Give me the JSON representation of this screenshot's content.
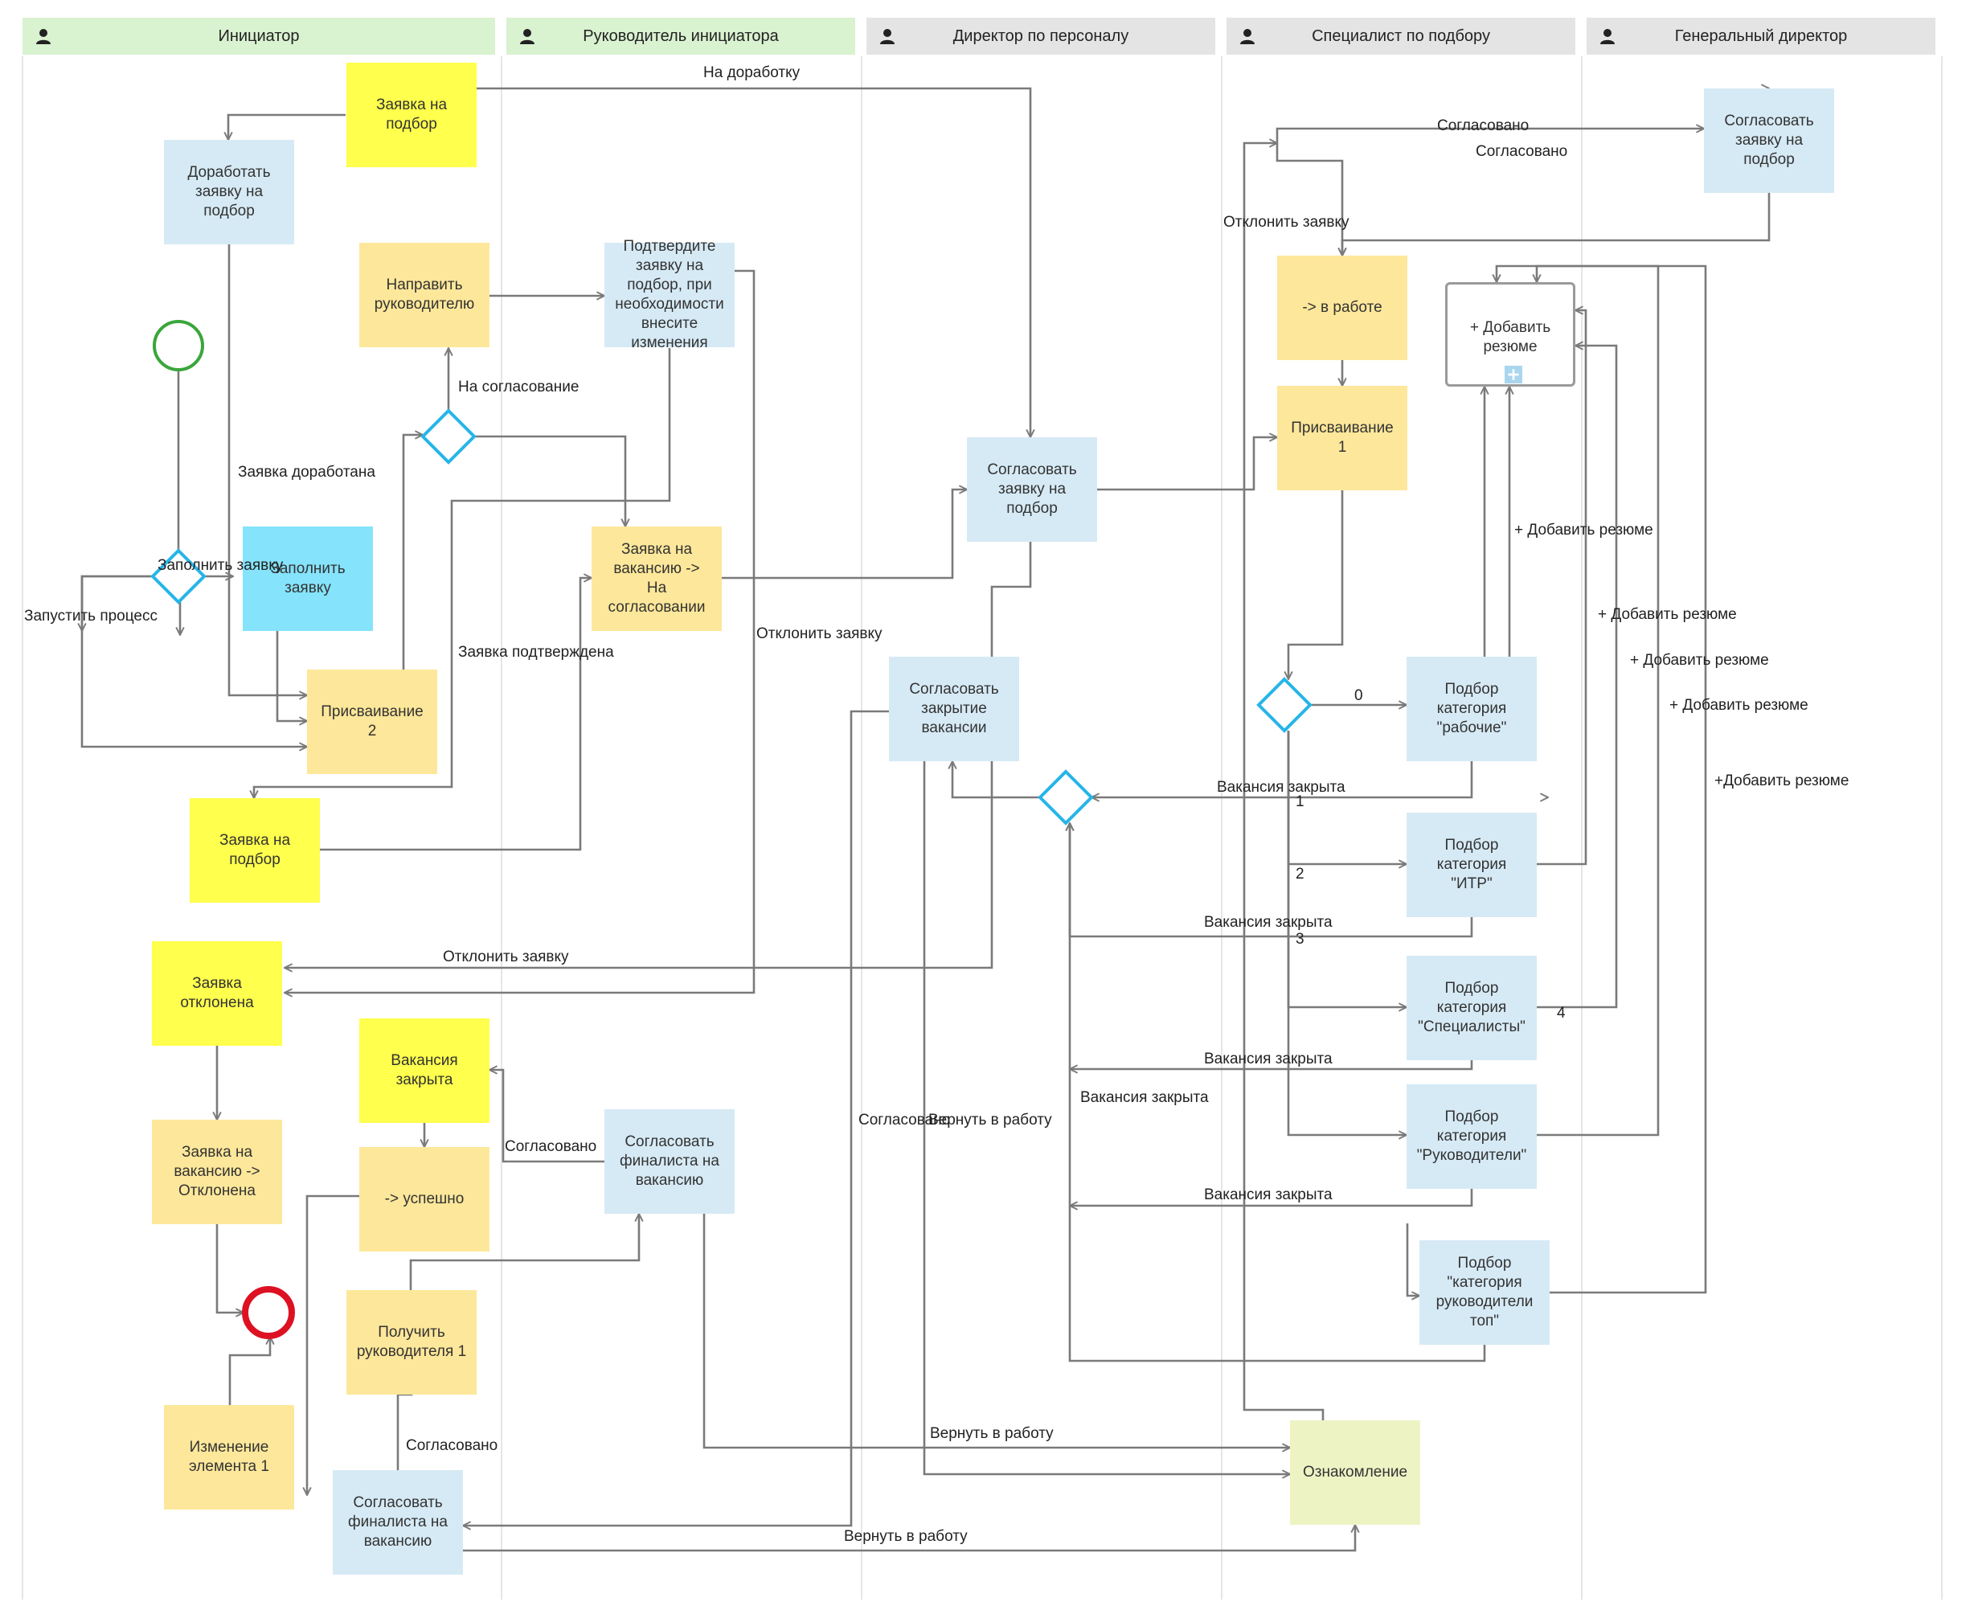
{
  "colors": {
    "lane_green": "#d9f2d0",
    "lane_gray": "#e4e4e4",
    "yellow": "#ffff4d",
    "orange": "#fde79a",
    "blue": "#d6eaf5",
    "cyan": "#85e3fb",
    "olive": "#eef3c4",
    "start_event": "#3aa63a",
    "end_event": "#dd1122",
    "gateway": "#26b5e8",
    "connector": "#7a7a7a"
  },
  "lanes": [
    {
      "id": "initiator",
      "label": "Инициатор",
      "color": "lane_green"
    },
    {
      "id": "manager",
      "label": "Руководитель инициатора",
      "color": "lane_green"
    },
    {
      "id": "hr_director",
      "label": "Директор по персоналу",
      "color": "lane_gray"
    },
    {
      "id": "recruiter",
      "label": "Специалист по подбору",
      "color": "lane_gray"
    },
    {
      "id": "ceo",
      "label": "Генеральный директор",
      "color": "lane_gray"
    }
  ],
  "tasks": [
    {
      "id": "t1",
      "text": "Заявка на\nподбор",
      "style": "yellow"
    },
    {
      "id": "t2",
      "text": "Доработать\nзаявку на\nподбор",
      "style": "blue"
    },
    {
      "id": "t3",
      "text": "Направить\nруководителю",
      "style": "orange"
    },
    {
      "id": "t4",
      "text": "Подтвердите\nзаявку на\nподбор, при\nнеобходимости\nвнесите\nизменения",
      "style": "blue"
    },
    {
      "id": "t5",
      "text": "Заполнить\nзаявку",
      "style": "cyan"
    },
    {
      "id": "t6",
      "text": "Заявка на\nвакансию ->\nНа\nсогласовании",
      "style": "orange"
    },
    {
      "id": "t7",
      "text": "Присваивание\n2",
      "style": "orange"
    },
    {
      "id": "t8",
      "text": "Заявка на\nподбор",
      "style": "yellow"
    },
    {
      "id": "t9",
      "text": "Заявка\nотклонена",
      "style": "yellow"
    },
    {
      "id": "t10",
      "text": "Заявка на\nвакансию ->\nОтклонена",
      "style": "orange"
    },
    {
      "id": "t11",
      "text": "Вакансия\nзакрыта",
      "style": "yellow"
    },
    {
      "id": "t12",
      "text": "-> успешно",
      "style": "orange"
    },
    {
      "id": "t13",
      "text": "Согласовать\nфиналиста на\nвакансию",
      "style": "blue"
    },
    {
      "id": "t14",
      "text": "Получить\nруководителя 1",
      "style": "orange"
    },
    {
      "id": "t15",
      "text": "Изменение\nэлемента 1",
      "style": "orange"
    },
    {
      "id": "t16",
      "text": "Согласовать\nфиналиста на\nвакансию",
      "style": "blue"
    },
    {
      "id": "t17",
      "text": "Согласовать\nзаявку на\nподбор",
      "style": "blue"
    },
    {
      "id": "t18",
      "text": "Согласовать\nзакрытие\nвакансии",
      "style": "blue"
    },
    {
      "id": "t19",
      "text": "-> в работе",
      "style": "orange"
    },
    {
      "id": "t20",
      "text": "Присваивание\n1",
      "style": "orange"
    },
    {
      "id": "t21",
      "text": "+ Добавить\nрезюме",
      "style": "subprocess"
    },
    {
      "id": "t22",
      "text": "Подбор\nкатегория\n\"рабочие\"",
      "style": "blue"
    },
    {
      "id": "t23",
      "text": "Подбор\nкатегория\n\"ИТР\"",
      "style": "blue"
    },
    {
      "id": "t24",
      "text": "Подбор\nкатегория\n\"Специалисты\"",
      "style": "blue"
    },
    {
      "id": "t25",
      "text": "Подбор\nкатегория\n\"Руководители\"",
      "style": "blue"
    },
    {
      "id": "t26",
      "text": "Подбор\n\"категория\nруководители\nтоп\"",
      "style": "blue"
    },
    {
      "id": "t27",
      "text": "Ознакомление",
      "style": "olive"
    },
    {
      "id": "t28",
      "text": "Согласовать\nзаявку на\nподбор",
      "style": "blue"
    }
  ],
  "events": [
    {
      "id": "start",
      "type": "start"
    },
    {
      "id": "end",
      "type": "end"
    }
  ],
  "gateways": [
    {
      "id": "gw1"
    },
    {
      "id": "gw2"
    },
    {
      "id": "gw3"
    },
    {
      "id": "gw4"
    }
  ],
  "flow_labels": [
    {
      "id": "l1",
      "text": "На доработку"
    },
    {
      "id": "l2",
      "text": "Согласовано"
    },
    {
      "id": "l3",
      "text": "Согласовано"
    },
    {
      "id": "l4",
      "text": "Отклонить заявку"
    },
    {
      "id": "l5",
      "text": "На согласование"
    },
    {
      "id": "l6",
      "text": "Заявка доработана"
    },
    {
      "id": "l7",
      "text": "Заполнить заявку"
    },
    {
      "id": "l8",
      "text": "Запустить процесс"
    },
    {
      "id": "l9",
      "text": "Заявка подтверждена"
    },
    {
      "id": "l10",
      "text": "Отклонить заявку"
    },
    {
      "id": "l11",
      "text": "+ Добавить резюме"
    },
    {
      "id": "l12",
      "text": "+ Добавить резюме"
    },
    {
      "id": "l13",
      "text": "+ Добавить резюме"
    },
    {
      "id": "l14",
      "text": "+ Добавить резюме"
    },
    {
      "id": "l15",
      "text": "+Добавить резюме"
    },
    {
      "id": "l16",
      "text": "0"
    },
    {
      "id": "l17",
      "text": "Вакансия закрыта"
    },
    {
      "id": "l18",
      "text": "1"
    },
    {
      "id": "l19",
      "text": "2"
    },
    {
      "id": "l20",
      "text": "Вакансия закрыта"
    },
    {
      "id": "l21",
      "text": "3"
    },
    {
      "id": "l22",
      "text": "4"
    },
    {
      "id": "l23",
      "text": "Вакансия закрыта"
    },
    {
      "id": "l24",
      "text": "Вакансия закрыта"
    },
    {
      "id": "l25",
      "text": "Вакансия закрыта"
    },
    {
      "id": "l26",
      "text": "Отклонить заявку"
    },
    {
      "id": "l27",
      "text": "Согласовано"
    },
    {
      "id": "l28",
      "text": "Согласовано"
    },
    {
      "id": "l29",
      "text": "Вернуть в работу"
    },
    {
      "id": "l30",
      "text": "Согласовано"
    },
    {
      "id": "l31",
      "text": "Вернуть в работу"
    },
    {
      "id": "l32",
      "text": "Вернуть в работу"
    }
  ]
}
